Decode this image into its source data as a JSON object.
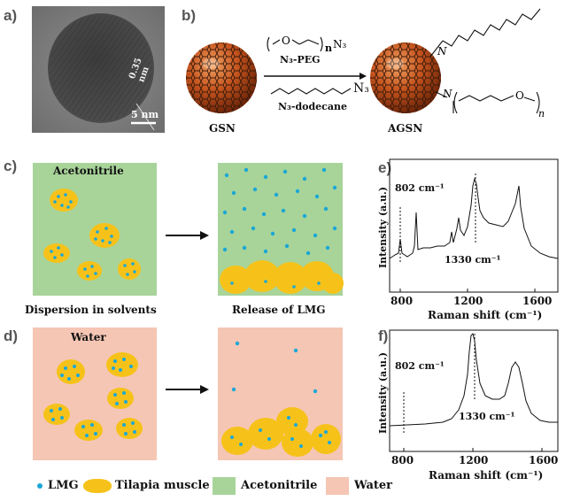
{
  "panels": {
    "a": "a)",
    "b": "b)",
    "c": "c)",
    "d": "d)",
    "e": "e)",
    "f": "f)"
  },
  "tem": {
    "lattice": "0.35 nm",
    "scale": "5 nm"
  },
  "scheme": {
    "peg_formula": "N₃-PEG",
    "dodecane_formula": "N₃-dodecane",
    "azide_label": "N₃",
    "start": "GSN",
    "product": "AGSN",
    "peg_n": "n",
    "o_atom": "O",
    "n_atom": "N"
  },
  "panel_c": {
    "solvent": "Acetonitrile",
    "caption_left": "Dispersion in solvents",
    "caption_right": "Release of LMG"
  },
  "panel_d": {
    "solvent": "Water"
  },
  "legend": {
    "lmg": "LMG",
    "muscle": "Tilapia muscle",
    "acetonitrile": "Acetonitrile",
    "water": "Water"
  },
  "colors": {
    "acetonitrile_bg": "#a8d49a",
    "water_bg": "#f5c6b4",
    "muscle": "#f6c21a",
    "lmg": "#1aa7d6",
    "gold_shell": "#c6541e"
  },
  "spectra": {
    "e": {
      "ylabel": "Intensity (a.u.)",
      "xlabel": "Raman shift (cm⁻¹)",
      "ticks": [
        "800",
        "1200",
        "1600"
      ],
      "peak1": "802 cm⁻¹",
      "peak2": "1330 cm⁻¹"
    },
    "f": {
      "ylabel": "Intensity (a.u.)",
      "xlabel": "Raman shift (cm⁻¹)",
      "ticks": [
        "800",
        "1200",
        "1600"
      ],
      "peak1": "802 cm⁻¹",
      "peak2": "1330 cm⁻¹"
    }
  }
}
